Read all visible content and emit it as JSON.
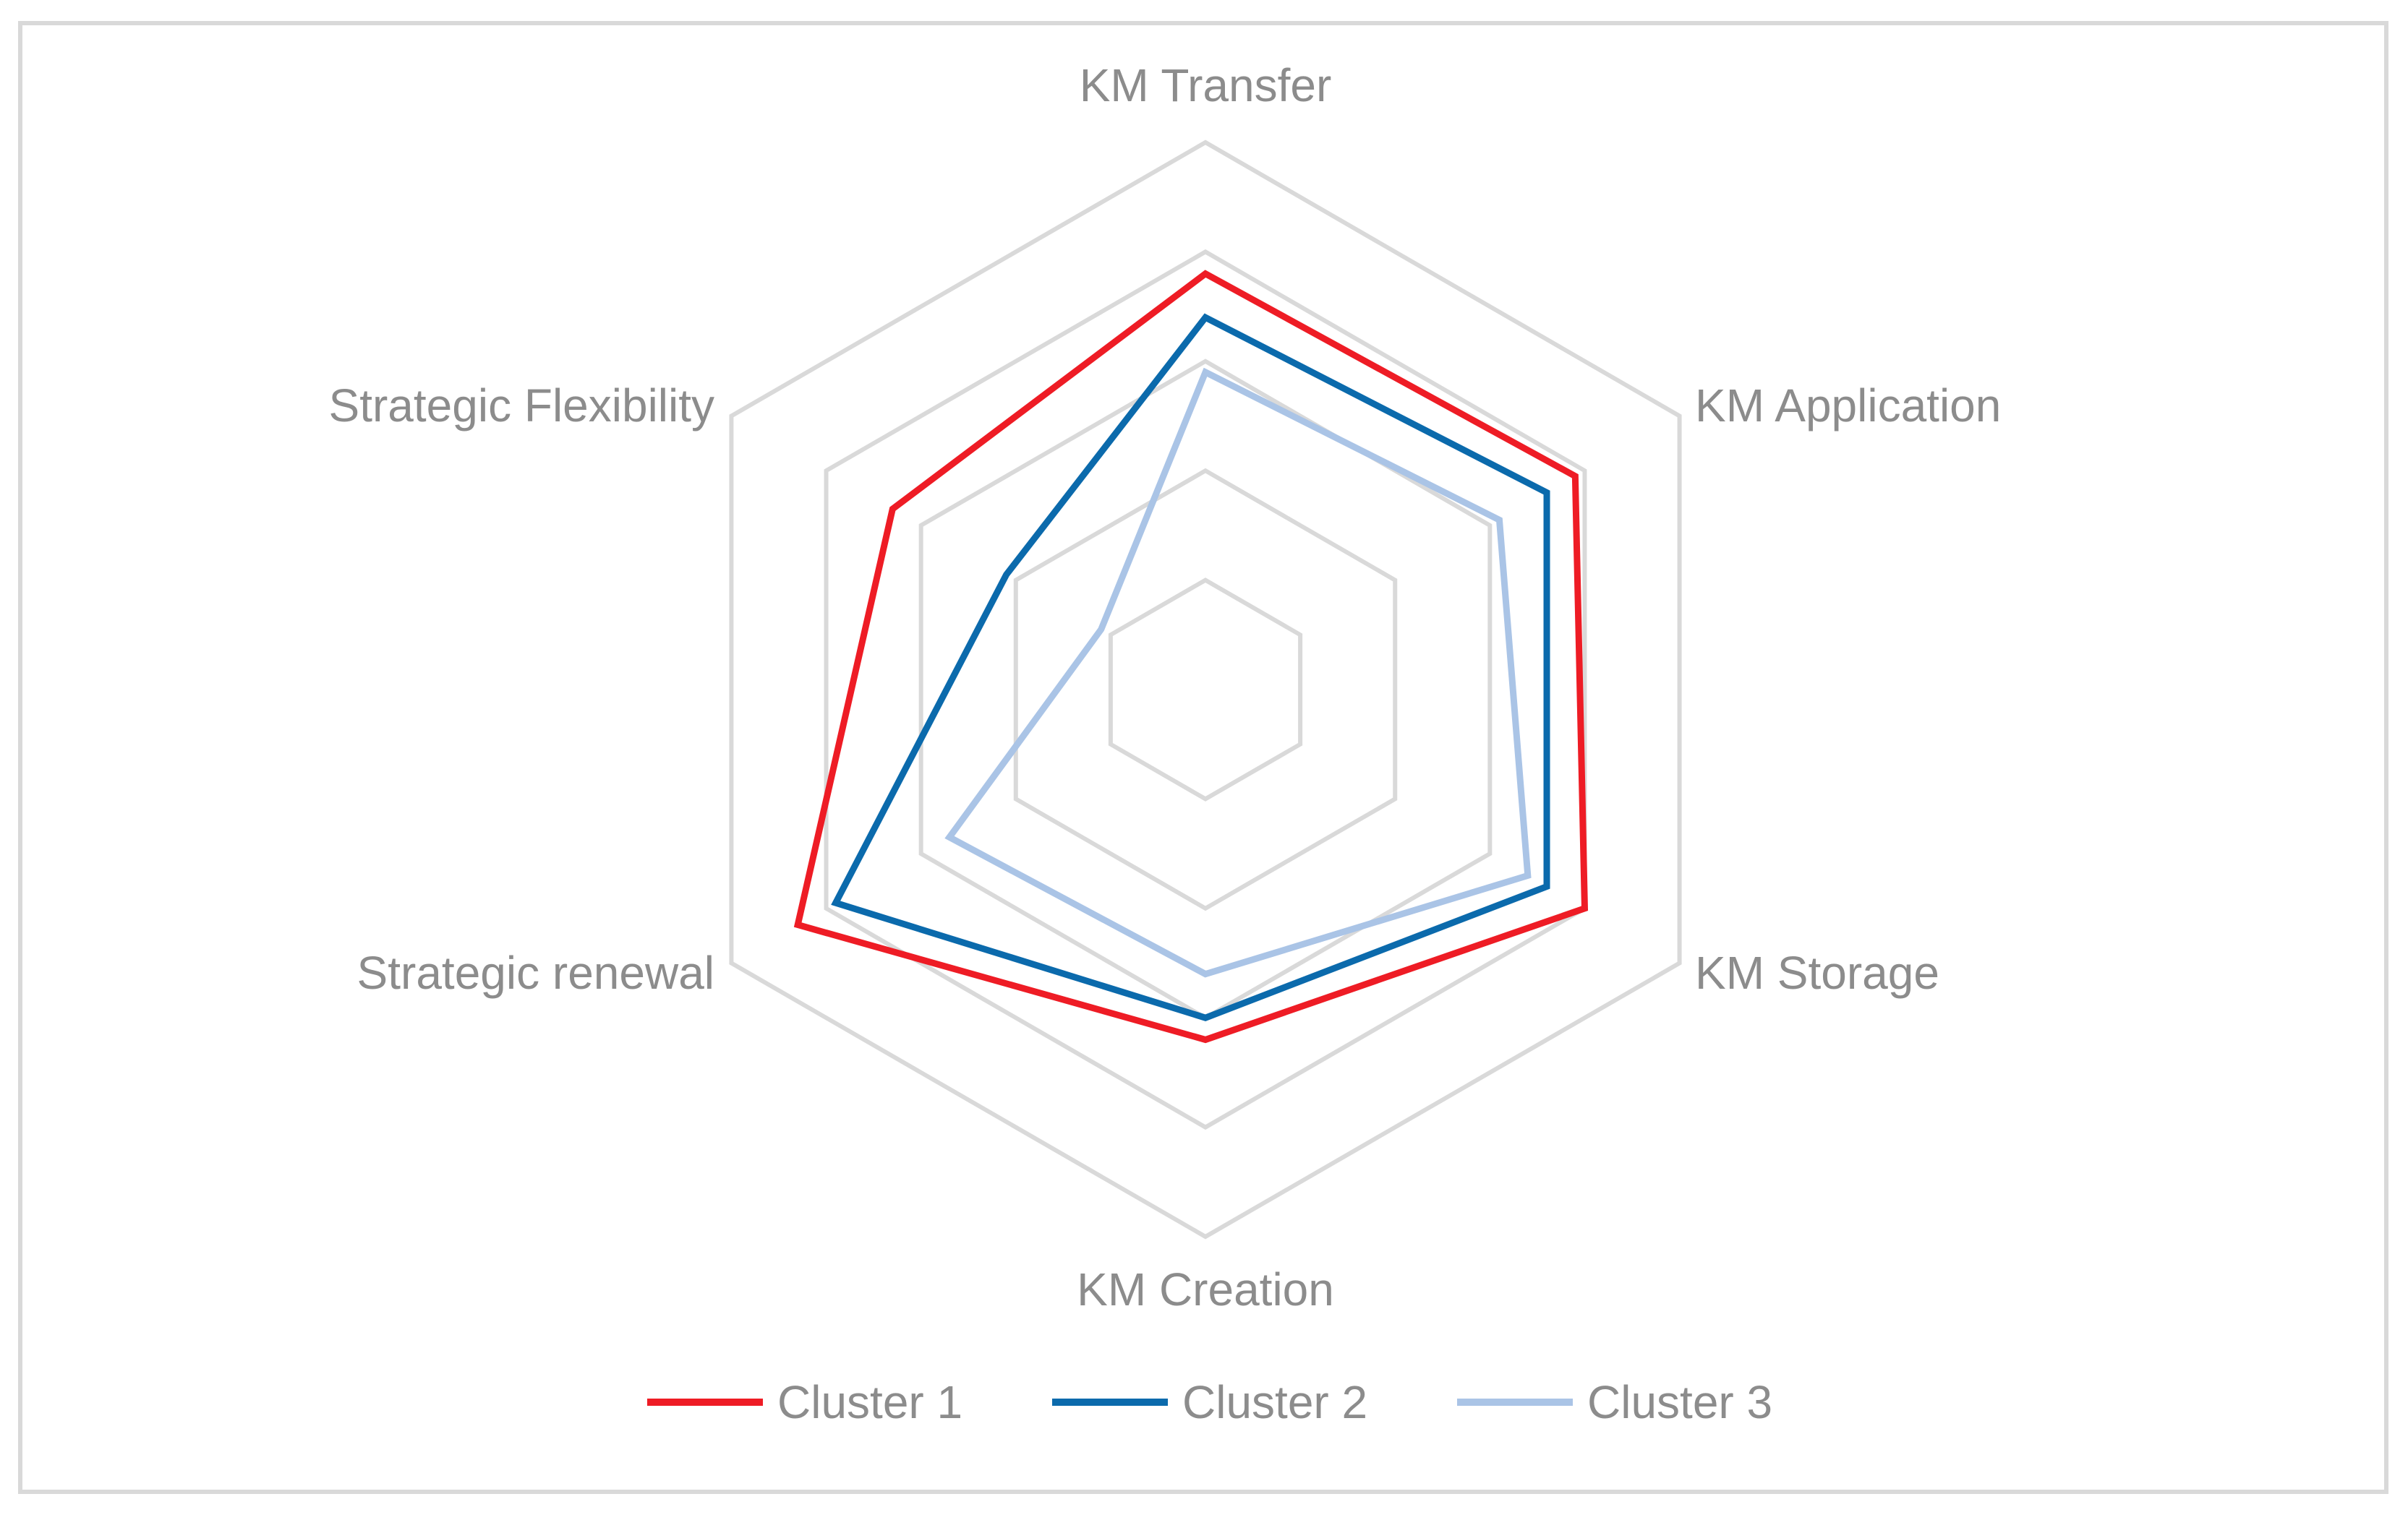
{
  "chart_data": {
    "type": "radar",
    "title": "",
    "axes": [
      "KM Transfer",
      "KM Application",
      "KM Storage",
      "KM Creation",
      "Strategic renewal",
      "Strategic Flexibility"
    ],
    "rmin": 0,
    "rmax": 5,
    "gridlines": [
      1,
      2,
      3,
      4,
      5
    ],
    "grid": true,
    "tick_labels_shown": false,
    "legend_position": "bottom",
    "series": [
      {
        "name": "Cluster 1",
        "color": "#ee1c25",
        "values": [
          3.8,
          3.9,
          4.0,
          3.2,
          4.3,
          3.3
        ]
      },
      {
        "name": "Cluster 2",
        "color": "#0b6aac",
        "values": [
          3.4,
          3.6,
          3.6,
          3.0,
          3.9,
          2.1
        ]
      },
      {
        "name": "Cluster 3",
        "color": "#aac4e6",
        "values": [
          2.9,
          3.1,
          3.4,
          2.6,
          2.7,
          1.1
        ]
      }
    ]
  }
}
